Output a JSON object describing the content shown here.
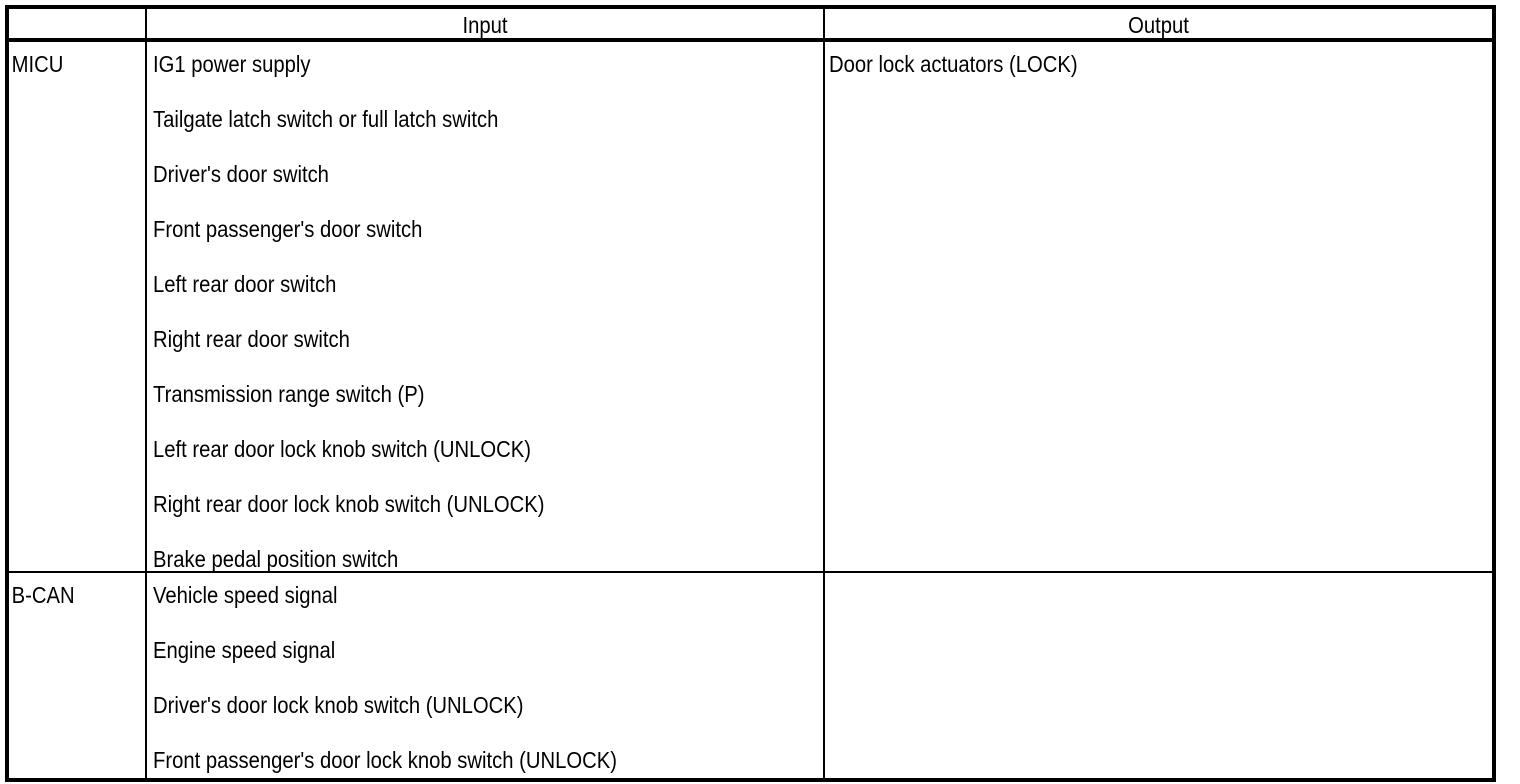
{
  "table": {
    "headers": {
      "system_column": "",
      "input_column": "Input",
      "output_column": "Output"
    },
    "rows": [
      {
        "system": "MICU",
        "inputs": [
          "IG1 power supply",
          "Tailgate latch switch or full latch switch",
          "Driver's door switch",
          "Front passenger's door switch",
          "Left rear door switch",
          "Right rear door switch",
          "Transmission range switch (P)",
          "Left rear door lock knob switch (UNLOCK)",
          "Right rear door lock knob switch (UNLOCK)",
          "Brake pedal position switch"
        ],
        "outputs": [
          "Door lock actuators (LOCK)"
        ]
      },
      {
        "system": "B-CAN",
        "inputs": [
          "Vehicle speed signal",
          "Engine speed signal",
          "Driver's door lock knob switch (UNLOCK)",
          "Front passenger's door lock knob switch (UNLOCK)"
        ],
        "outputs": []
      }
    ]
  },
  "style": {
    "text_color": "#000000",
    "background_color": "#ffffff",
    "border_color": "#000000"
  }
}
